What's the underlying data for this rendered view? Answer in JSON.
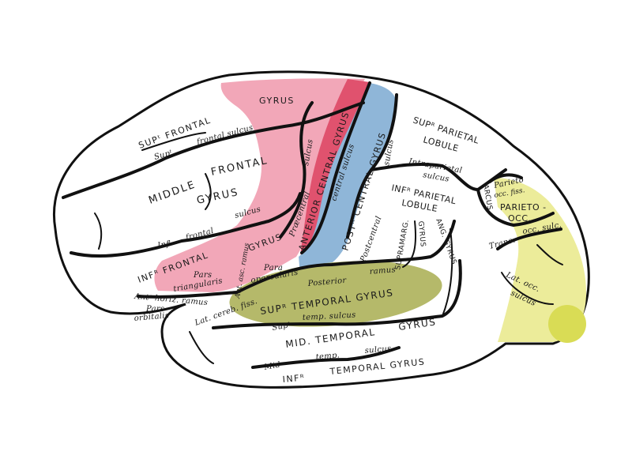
{
  "colors": {
    "precentral_region": "#f2a7b8",
    "anterior_central_gyrus": "#e0526e",
    "posterior_central_gyrus": "#8fb6d8",
    "superior_temporal_gyrus": "#b5b96a",
    "occipital_region": "#ecec9a",
    "occipital_pole": "#d9dc55"
  },
  "labels": {
    "gyrus_top": "GYRUS",
    "supt_frontal": "SUPᵗ FRONTAL",
    "supt_frontal_sulcus_a": "Supᵗ",
    "supt_frontal_sulcus_b": "frontal sulcus",
    "middle": "MIDDLE",
    "frontal": "FRONTAL",
    "gyrus_middle": "GYRUS",
    "inft_frontal_a": "Infᵗ",
    "inft_frontal_b": "frontal",
    "inft_frontal_c": "sulcus",
    "precentral_sulcus_a": "sulcus",
    "precentral_sulcus_b": "Præcentral",
    "anterior_central_gyrus": "ANTERIOR CENTRAL GYRUS",
    "central_sulcus": "central sulcus",
    "post_central_gyrus": "POSTᴿ CENTRAL GYRUS",
    "postcentral_sulcus_a": "sulcus",
    "postcentral_sulcus_b": "Postcentral",
    "sups_parietal": "SUPᴿ PARIETAL",
    "lobule_top": "LOBULE",
    "intraparietal": "Intraparietal",
    "intraparietal_sulcus": "sulcus",
    "infr_parietal": "INFᴿ PARIETAL",
    "lobule_inf": "LOBULE",
    "supramarg": "SUPRAMARG.",
    "supramarg_gyrus": "GYRUS",
    "ang_gyrus": "ANG. GYRUS",
    "arcus": "ARCUS",
    "parieto_occ_fiss_a": "Parieto",
    "parieto_occ_fiss_b": "occ. fiss.",
    "parieto_occ_a": "PARIETO -",
    "parieto_occ_b": "OCC.",
    "trans": "Trans.",
    "occ_sulc": "occ. sulc.",
    "lat_occ": "Lat. occ.",
    "lat_occ_sulcus": "sulcus",
    "inft_frontal_gyrus": "INFᴿ FRONTAL",
    "gyrus_inf": "GYRUS",
    "pars_triangularis_a": "Pars",
    "pars_triangularis_b": "triangularis",
    "ant_asc_ramus": "Ant. asc. ramus",
    "pars_opercularis_a": "Para",
    "pars_opercularis_b": "opercularis",
    "ant_horiz_ramus": "Antʳ horiz. ramus",
    "pars_orbitalis_a": "Pars",
    "pars_orbitalis_b": "orbitalis",
    "lat_cereb_fiss": "Lat. cereb. fiss.",
    "posterior_ramus_a": "Posterior",
    "posterior_ramus_b": "ramus",
    "sups_temporal_gyrus": "SUPᴿ TEMPORAL GYRUS",
    "supt_temp_sulcus_a": "Supᵗ",
    "supt_temp_sulcus_b": "temp.  sulcus",
    "mid_temporal": "MID. TEMPORAL",
    "mid_temporal_gyrus": "GYRUS",
    "mid_temp_sulcus_a": "Mid",
    "mid_temp_sulcus_b": "temp.",
    "mid_temp_sulcus_c": "sulcus",
    "infs": "INFᴿ",
    "inf_temporal_gyrus": "TEMPORAL  GYRUS"
  }
}
